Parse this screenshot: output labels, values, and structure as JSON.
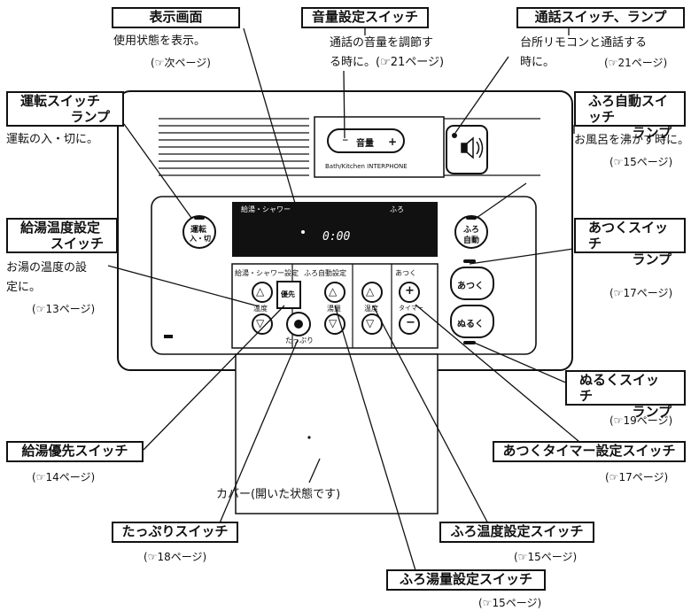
{
  "callouts": {
    "display": {
      "title": "表示画面",
      "desc": "使用状態を表示。",
      "ref": "(☞次ページ)"
    },
    "volume": {
      "title": "音量設定スイッチ",
      "desc1": "通話の音量を調節す",
      "desc2": "る時に。(☞21ページ)"
    },
    "talk": {
      "title": "通話スイッチ、ランプ",
      "desc1": "台所リモコンと通話する",
      "desc2": "時に。",
      "ref": "(☞21ページ)"
    },
    "power": {
      "title1": "運転スイッチ",
      "title2": "ランプ",
      "desc": "運転の入・切に。"
    },
    "auto_bath": {
      "title1": "ふろ自動スイッチ",
      "title2": "ランプ",
      "desc": "お風呂を沸かす時に。",
      "ref": "(☞15ページ)"
    },
    "water_temp": {
      "title1": "給湯温度設定",
      "title2": "スイッチ",
      "desc1": "お湯の温度の設",
      "desc2": "定に。",
      "ref": "(☞13ページ)"
    },
    "hotter": {
      "title1": "あつくスイッチ",
      "title2": "ランプ",
      "ref": "(☞17ページ)"
    },
    "cooler": {
      "title1": "ぬるくスイッチ",
      "title2": "ランプ",
      "ref": "(☞19ページ)"
    },
    "priority": {
      "title": "給湯優先スイッチ",
      "ref": "(☞14ページ)"
    },
    "timer": {
      "title": "あつくタイマー設定スイッチ",
      "ref": "(☞17ページ)"
    },
    "cover": {
      "desc": "カバー(開いた状態です)"
    },
    "plenty": {
      "title": "たっぷりスイッチ",
      "ref": "(☞18ページ)"
    },
    "bath_temp": {
      "title": "ふろ温度設定スイッチ",
      "ref": "(☞15ページ)"
    },
    "bath_volume": {
      "title": "ふろ湯量設定スイッチ",
      "ref": "(☞15ページ)"
    }
  },
  "remote": {
    "brand": "Bath/Kitchen INTERPHONE",
    "vol_label": "音量",
    "vol_minus": "−",
    "vol_plus": "+",
    "lcd_left": "給湯・シャワー",
    "lcd_right": "ふろ",
    "lcd_time": "0:00",
    "power_btn_1": "運転",
    "power_btn_2": "入・切",
    "auto_btn_1": "ふろ",
    "auto_btn_2": "自動",
    "sec_water": "給湯・シャワー設定",
    "sec_bath": "ふろ自動設定",
    "sec_hot": "あつく",
    "water_temp_label": "温度",
    "priority_label": "優先",
    "plenty_label": "たっぷり",
    "bath_vol_label": "湯量",
    "bath_temp_label": "温度",
    "timer_label": "タイマー",
    "hotter_label": "あつく",
    "cooler_label": "ぬるく",
    "up_arrow": "△",
    "down_arrow": "▽"
  }
}
